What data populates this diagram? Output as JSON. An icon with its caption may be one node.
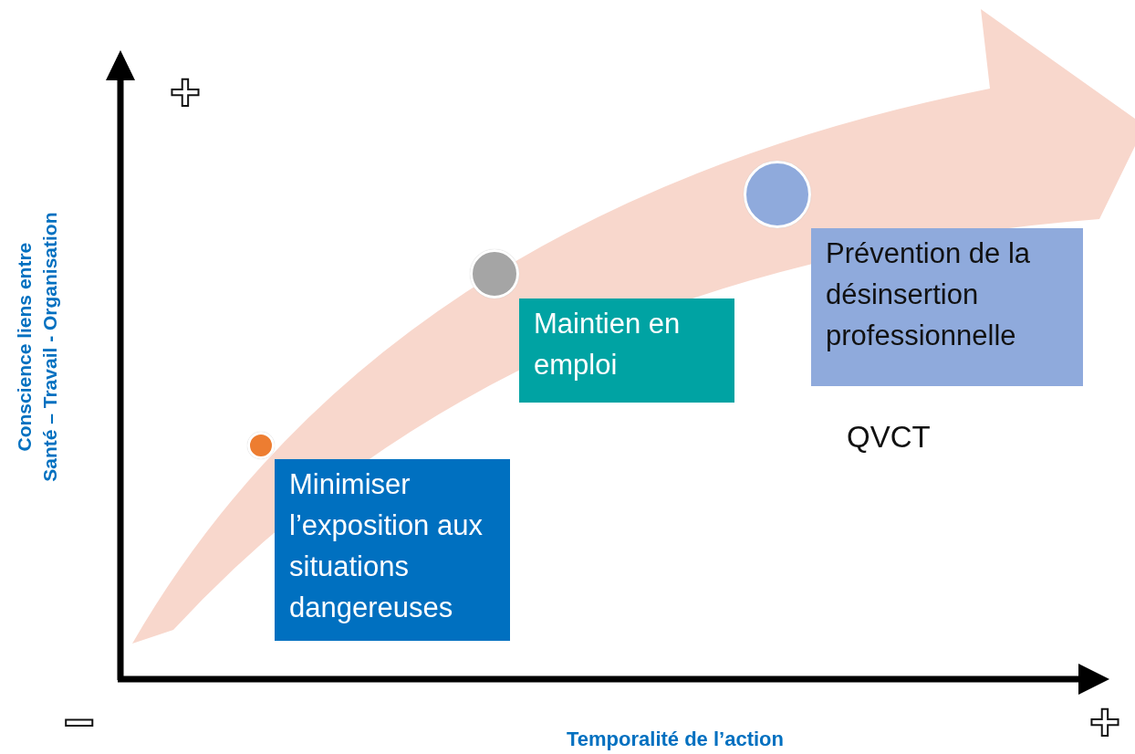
{
  "diagram": {
    "nodes": [
      {
        "text": [],
        "shape": "circle"
      },
      {
        "text": [
          "Minimiser l’exposition aux situations dangereuses"
        ]
      },
      {
        "text": [],
        "shape": "circle"
      },
      {
        "text": [
          "Maintien en emploi"
        ]
      },
      {
        "text": [],
        "shape": "circle"
      },
      {
        "text": [
          "Prévention de la désinsertion professionnelle"
        ],
        "beside": [
          "QVCT"
        ]
      }
    ],
    "labels": [
      "+",
      "Conscience liens entre",
      "Santé – Travail - Organisation",
      "−",
      "Temporalité de l’action",
      "+"
    ]
  }
}
